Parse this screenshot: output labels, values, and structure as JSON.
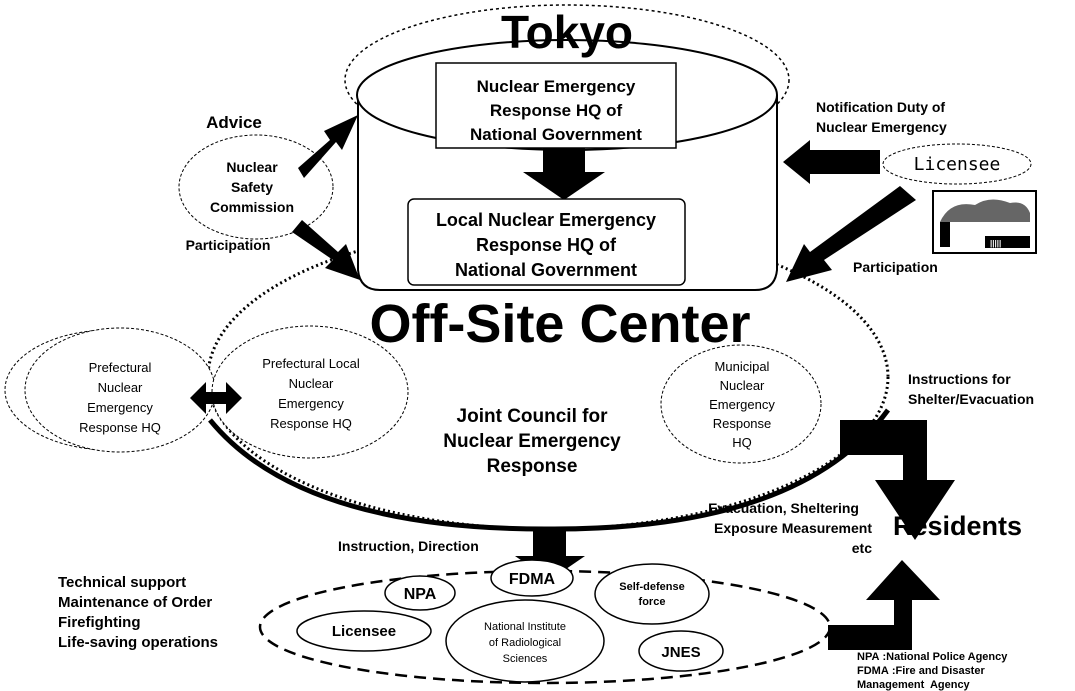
{
  "tokyo": {
    "title": "Tokyo",
    "national_hq": [
      "Nuclear Emergency",
      "Response HQ of",
      "National Government"
    ],
    "local_hq": [
      "Local Nuclear Emergency",
      "Response HQ of",
      "National Government"
    ]
  },
  "advice": "Advice",
  "nsc": [
    "Nuclear",
    "Safety",
    "Commission"
  ],
  "participation_left": "Participation",
  "notification": [
    "Notification Duty of",
    "Nuclear Emergency"
  ],
  "licensee_top": "Licensee",
  "participation_right": "Participation",
  "offsite": {
    "title": "Off-Site Center",
    "joint_council": [
      "Joint Council for",
      "Nuclear Emergency",
      "Response"
    ]
  },
  "pref_hq": [
    "Prefectural",
    "Nuclear",
    "Emergency",
    "Response HQ"
  ],
  "pref_local_hq": [
    "Prefectural Local",
    "Nuclear",
    "Emergency",
    "Response HQ"
  ],
  "municipal_hq": [
    "Municipal",
    "Nuclear",
    "Emergency",
    "Response",
    "HQ"
  ],
  "instructions_shelter": [
    "Instructions for",
    "Shelter/Evacuation"
  ],
  "instruction_direction": "Instruction, Direction",
  "evacuation": [
    "Evacuation, Sheltering",
    "Exposure Measurement",
    "etc"
  ],
  "residents": "Residents",
  "support_list": [
    "Technical support",
    "Maintenance of Order",
    "Firefighting",
    "Life-saving operations"
  ],
  "orgs": {
    "npa": "NPA",
    "fdma": "FDMA",
    "sdf": [
      "Self-defense",
      "force"
    ],
    "licensee": "Licensee",
    "nirs": [
      "National Institute",
      "of Radiological",
      "Sciences"
    ],
    "jnes": "JNES"
  },
  "legend": [
    "NPA :National Police Agency",
    "FDMA :Fire and Disaster",
    "Management  Agency"
  ]
}
